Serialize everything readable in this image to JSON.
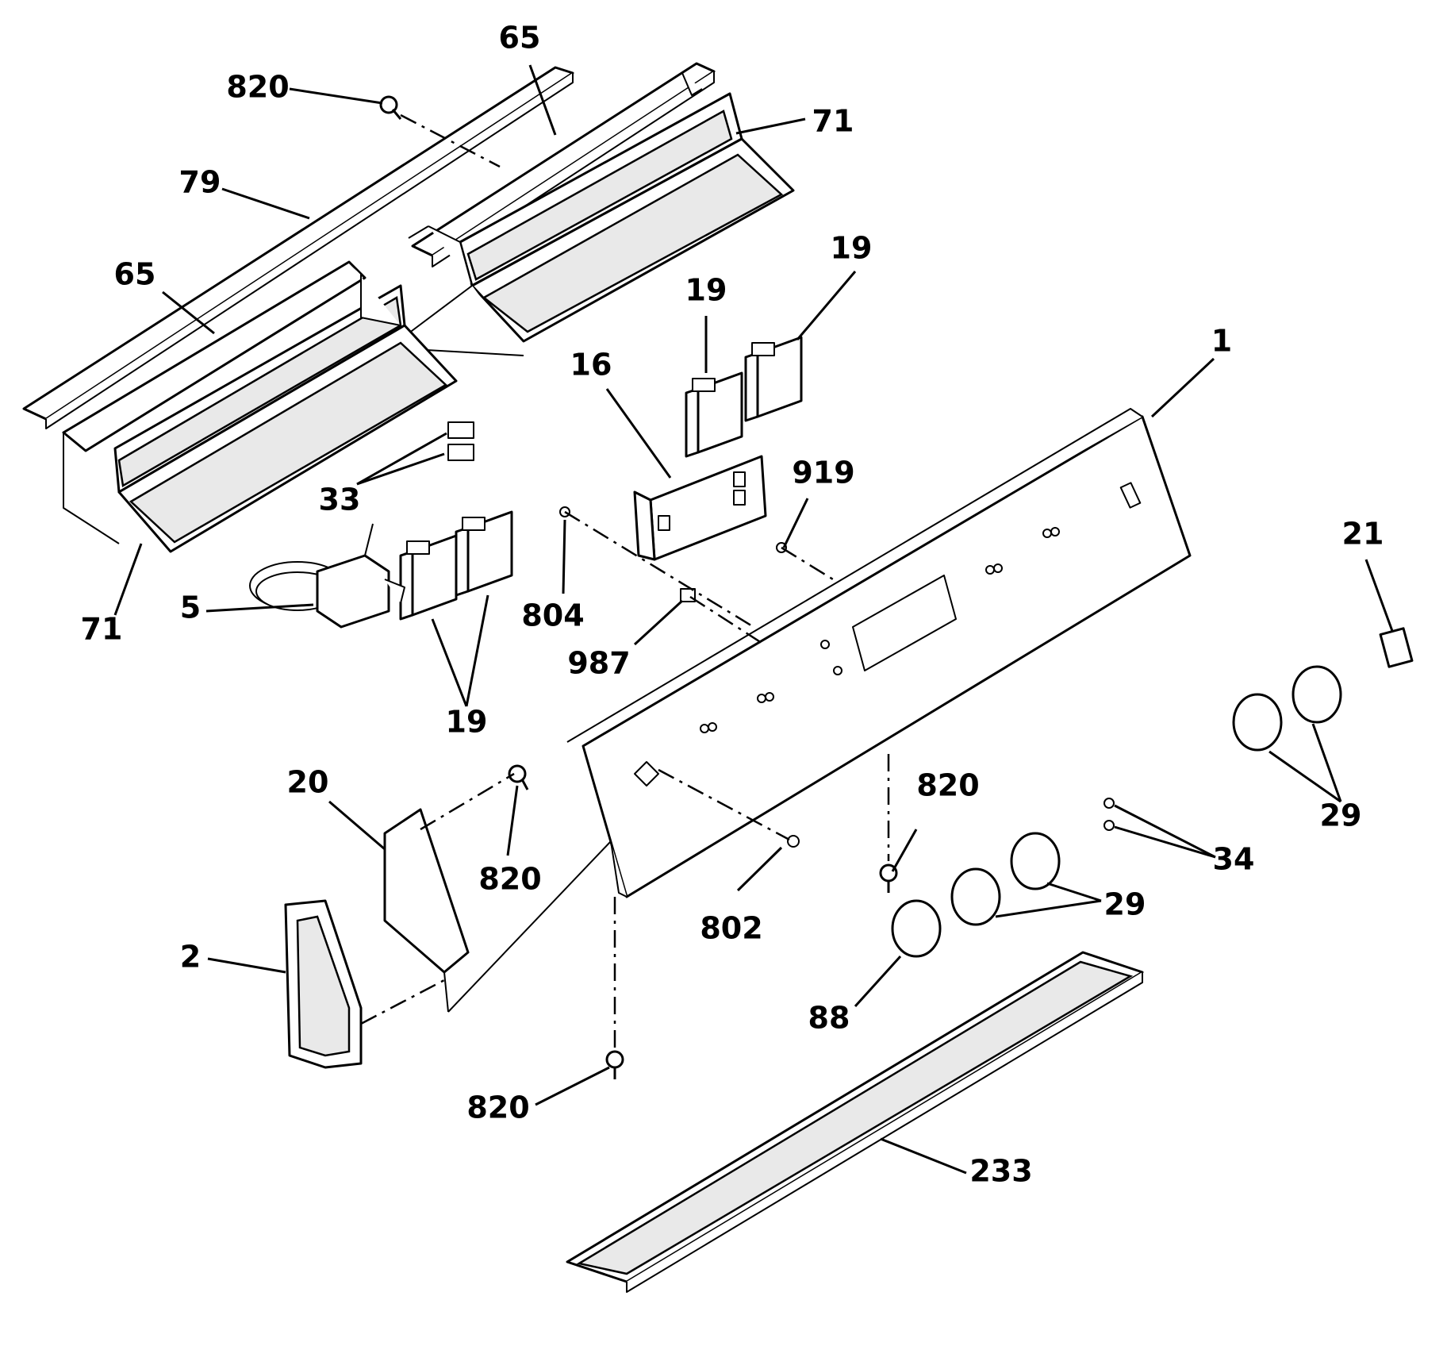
{
  "callouts": {
    "c65_top": "65",
    "c820_top": "820",
    "c71_top": "71",
    "c79": "79",
    "c65_left": "65",
    "c19_a": "19",
    "c19_b": "19",
    "c1": "1",
    "c16": "16",
    "c33": "33",
    "c919": "919",
    "c21": "21",
    "c71_left": "71",
    "c5": "5",
    "c804": "804",
    "c987": "987",
    "c19_c": "19",
    "c29_right": "29",
    "c20": "20",
    "c820_mid_left": "820",
    "c820_mid_right": "820",
    "c34": "34",
    "c802": "802",
    "c29_mid": "29",
    "c2": "2",
    "c88": "88",
    "c820_bottom": "820",
    "c233": "233"
  }
}
